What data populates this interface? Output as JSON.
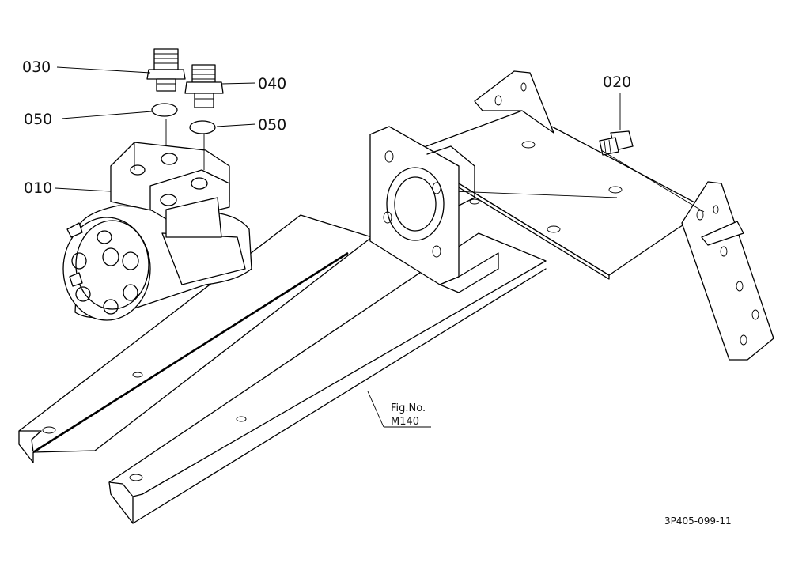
{
  "callouts": {
    "p010": "010",
    "p020": "020",
    "p030": "030",
    "p040": "040",
    "p050a": "050",
    "p050b": "050"
  },
  "figure_ref": {
    "line1": "Fig.No.",
    "line2": "M140"
  },
  "drawing_code": "3P405-099-11"
}
